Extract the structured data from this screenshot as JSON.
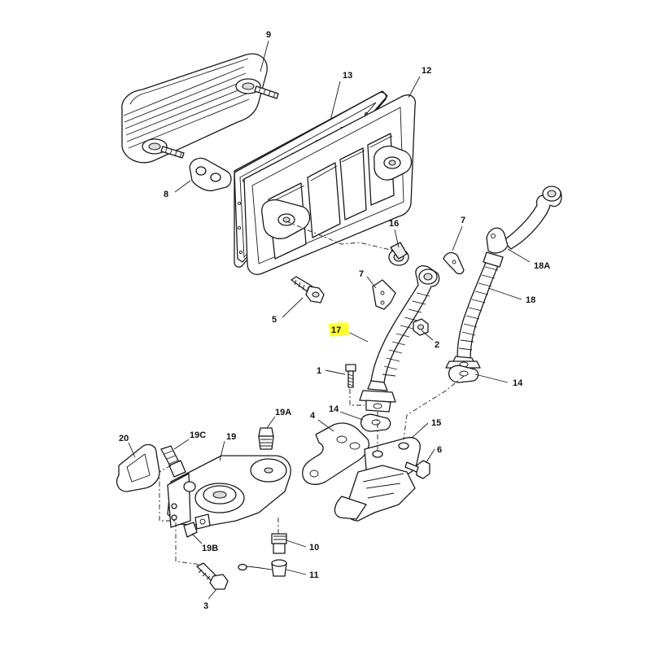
{
  "diagram": {
    "highlight_color": "#ffff33",
    "highlighted_callout": "17",
    "callouts": [
      {
        "id": "c9",
        "label": "9"
      },
      {
        "id": "c13",
        "label": "13"
      },
      {
        "id": "c12",
        "label": "12"
      },
      {
        "id": "c8",
        "label": "8"
      },
      {
        "id": "c16",
        "label": "16"
      },
      {
        "id": "c7a",
        "label": "7"
      },
      {
        "id": "c7b",
        "label": "7"
      },
      {
        "id": "c18A",
        "label": "18A"
      },
      {
        "id": "c18",
        "label": "18"
      },
      {
        "id": "c5",
        "label": "5"
      },
      {
        "id": "c17",
        "label": "17"
      },
      {
        "id": "c2",
        "label": "2"
      },
      {
        "id": "c1",
        "label": "1"
      },
      {
        "id": "c14a",
        "label": "14"
      },
      {
        "id": "c14b",
        "label": "14"
      },
      {
        "id": "c4",
        "label": "4"
      },
      {
        "id": "c15",
        "label": "15"
      },
      {
        "id": "c6",
        "label": "6"
      },
      {
        "id": "c19A",
        "label": "19A"
      },
      {
        "id": "c20",
        "label": "20"
      },
      {
        "id": "c19C",
        "label": "19C"
      },
      {
        "id": "c19",
        "label": "19"
      },
      {
        "id": "c19B",
        "label": "19B"
      },
      {
        "id": "c10",
        "label": "10"
      },
      {
        "id": "c11",
        "label": "11"
      },
      {
        "id": "c3",
        "label": "3"
      }
    ]
  }
}
